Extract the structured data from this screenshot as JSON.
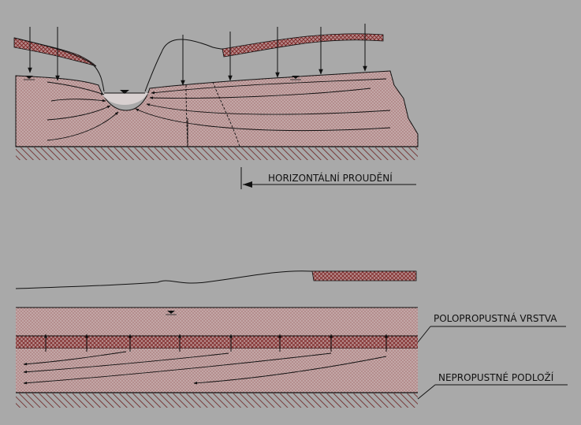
{
  "labels": {
    "horizontal_flow": "HORIZONTÁLNÍ PROUDĚNÍ",
    "semipermeable_layer": "POLOPROPUSTNÁ VRSTVA",
    "impermeable_base": "NEPROPUSTNÉ PODLOŽÍ"
  },
  "colors": {
    "background": "#a9a9a9",
    "aquifer_fill": "#c3a7a7",
    "dot_pattern": "#7a2a2a",
    "hatch": "#6b1f1f",
    "line": "#111111"
  }
}
